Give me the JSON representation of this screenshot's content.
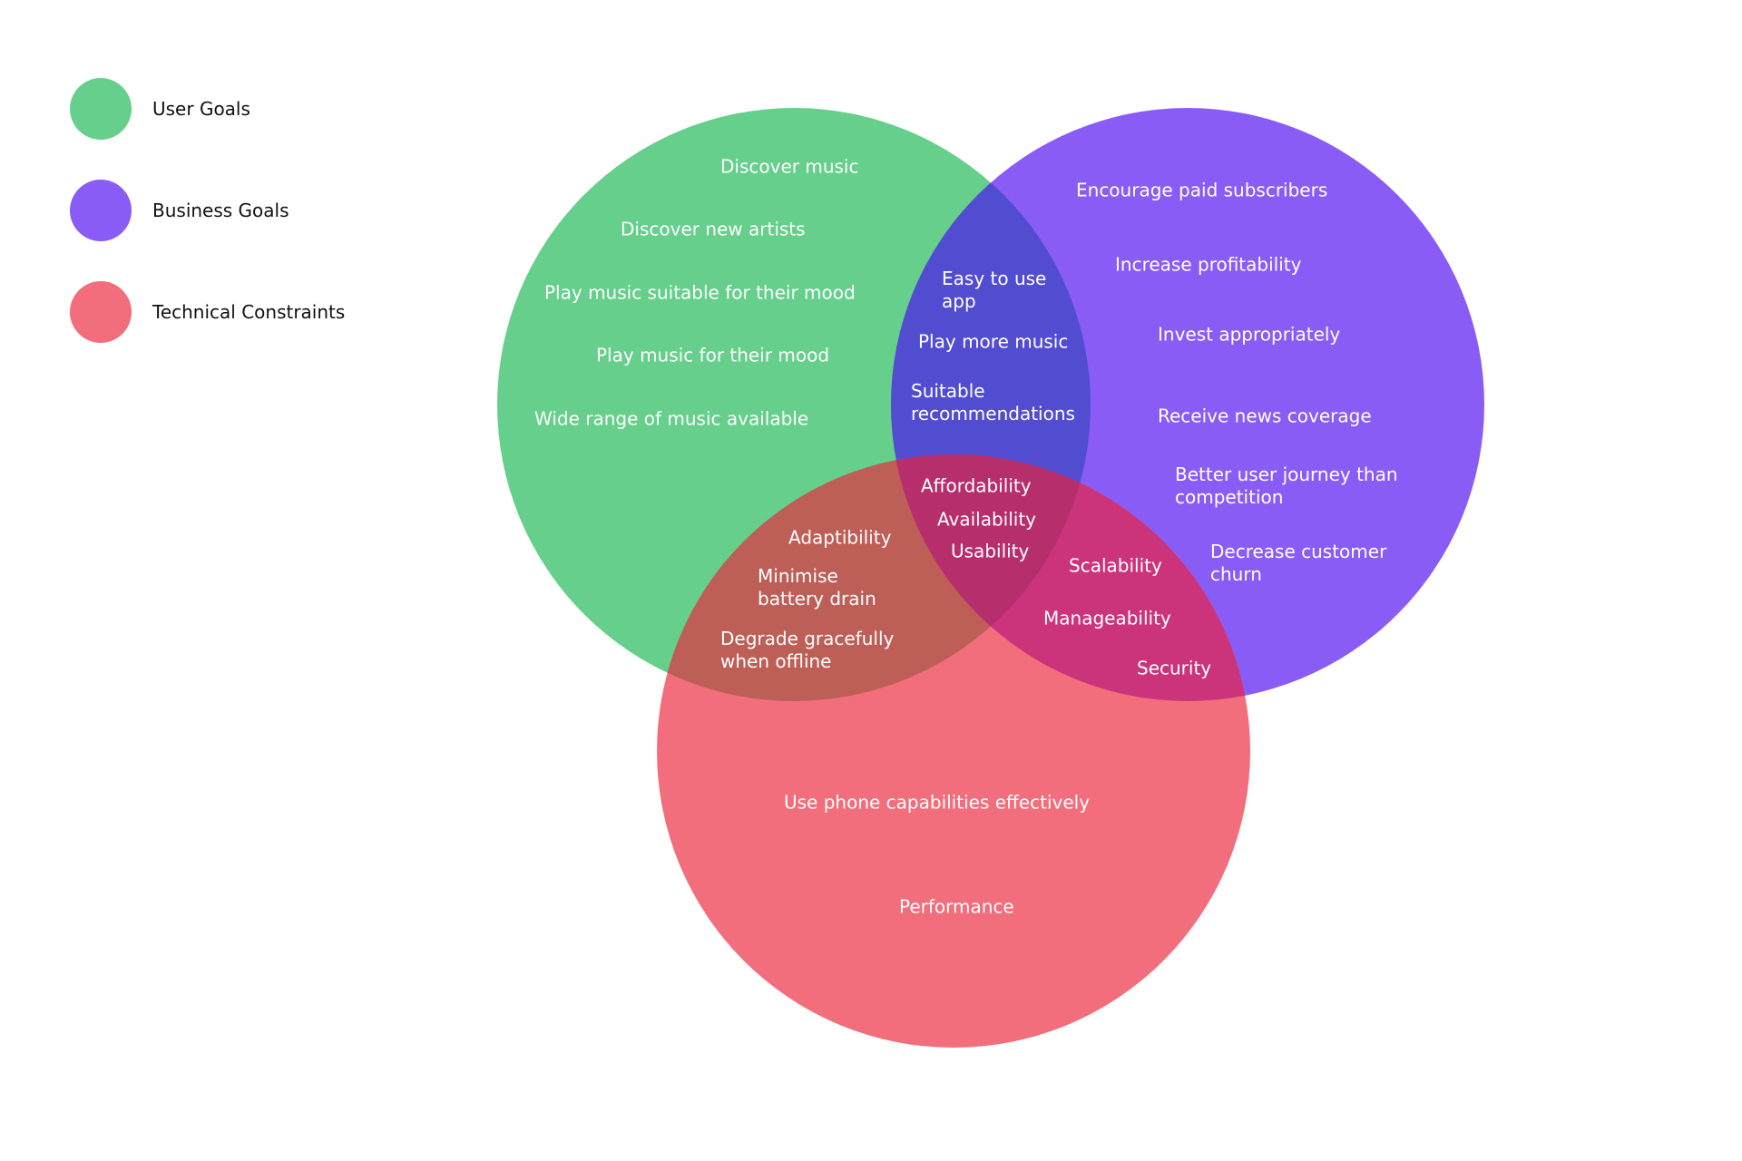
{
  "legend": [
    {
      "label": "User Goals",
      "color": "#66CF8C"
    },
    {
      "label": "Business Goals",
      "color": "#8A5CF6"
    },
    {
      "label": "Technical Constraints",
      "color": "#F26E7C"
    }
  ],
  "overlap_colors": {
    "user_business": "#524CD1",
    "user_technical": "#BD5F56",
    "business_technical": "#CB347B",
    "all": "#B72E6D"
  },
  "sets": {
    "user_goals": [
      "Discover music",
      "Discover new artists",
      "Play music suitable for their mood",
      "Play music for their mood",
      "Wide range of music available"
    ],
    "business_goals": [
      "Encourage paid subscribers",
      "Increase profitability",
      "Invest appropriately",
      "Receive news coverage",
      "Better user journey than\ncompetition",
      "Decrease customer\nchurn"
    ],
    "technical_constraints": [
      "Use phone capabilities effectively",
      "Performance"
    ],
    "user_and_business": [
      "Easy to use\napp",
      "Play more music",
      "Suitable\nrecommendations"
    ],
    "user_and_technical": [
      "Adaptibility",
      "Minimise\nbattery drain",
      "Degrade gracefully\nwhen offline"
    ],
    "business_and_technical": [
      "Scalability",
      "Manageability",
      "Security"
    ],
    "all_three": [
      "Affordability",
      "Availability",
      "Usability"
    ]
  }
}
